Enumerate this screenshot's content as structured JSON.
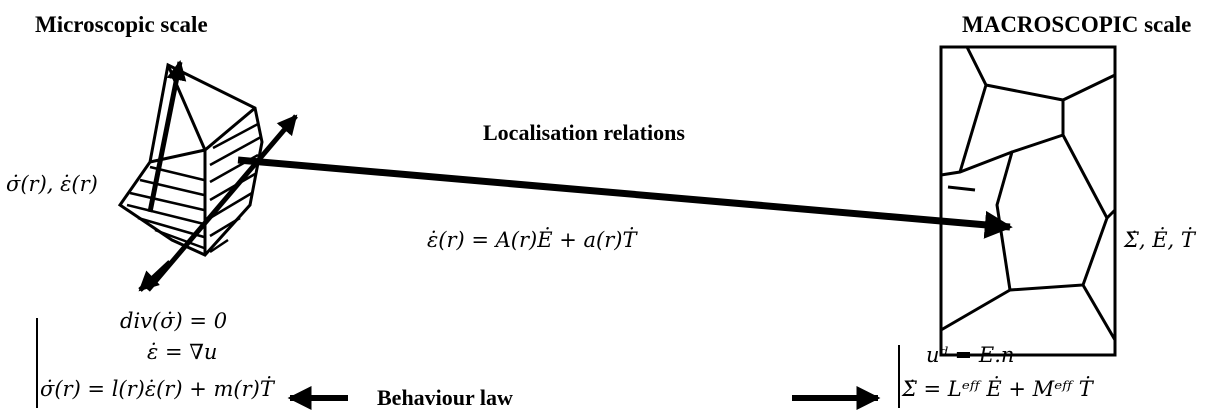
{
  "titles": {
    "micro": "Microscopic scale",
    "macro": "MACROSCOPIC scale"
  },
  "labels": {
    "localisation": "Localisation relations",
    "behaviour": "Behaviour law"
  },
  "micro_fields": "σ̇(r), ε̇(r)",
  "macro_fields": "Σ̇, Ė, Ṫ",
  "localisation_eq": "ε̇(r) = A(r)Ė + a(r)Ṫ",
  "micro_system": {
    "line1": "div(σ̇) = 0",
    "line2": "ε̇ = ∇u",
    "line3": "σ̇(r) = l(r)ε̇(r) + m(r)Ṫ"
  },
  "macro_system": {
    "line1": "uᵈ = E.n",
    "line2": "Σ̇ = Lᵉᶠᶠ Ė + Mᵉᶠᶠ Ṫ"
  }
}
